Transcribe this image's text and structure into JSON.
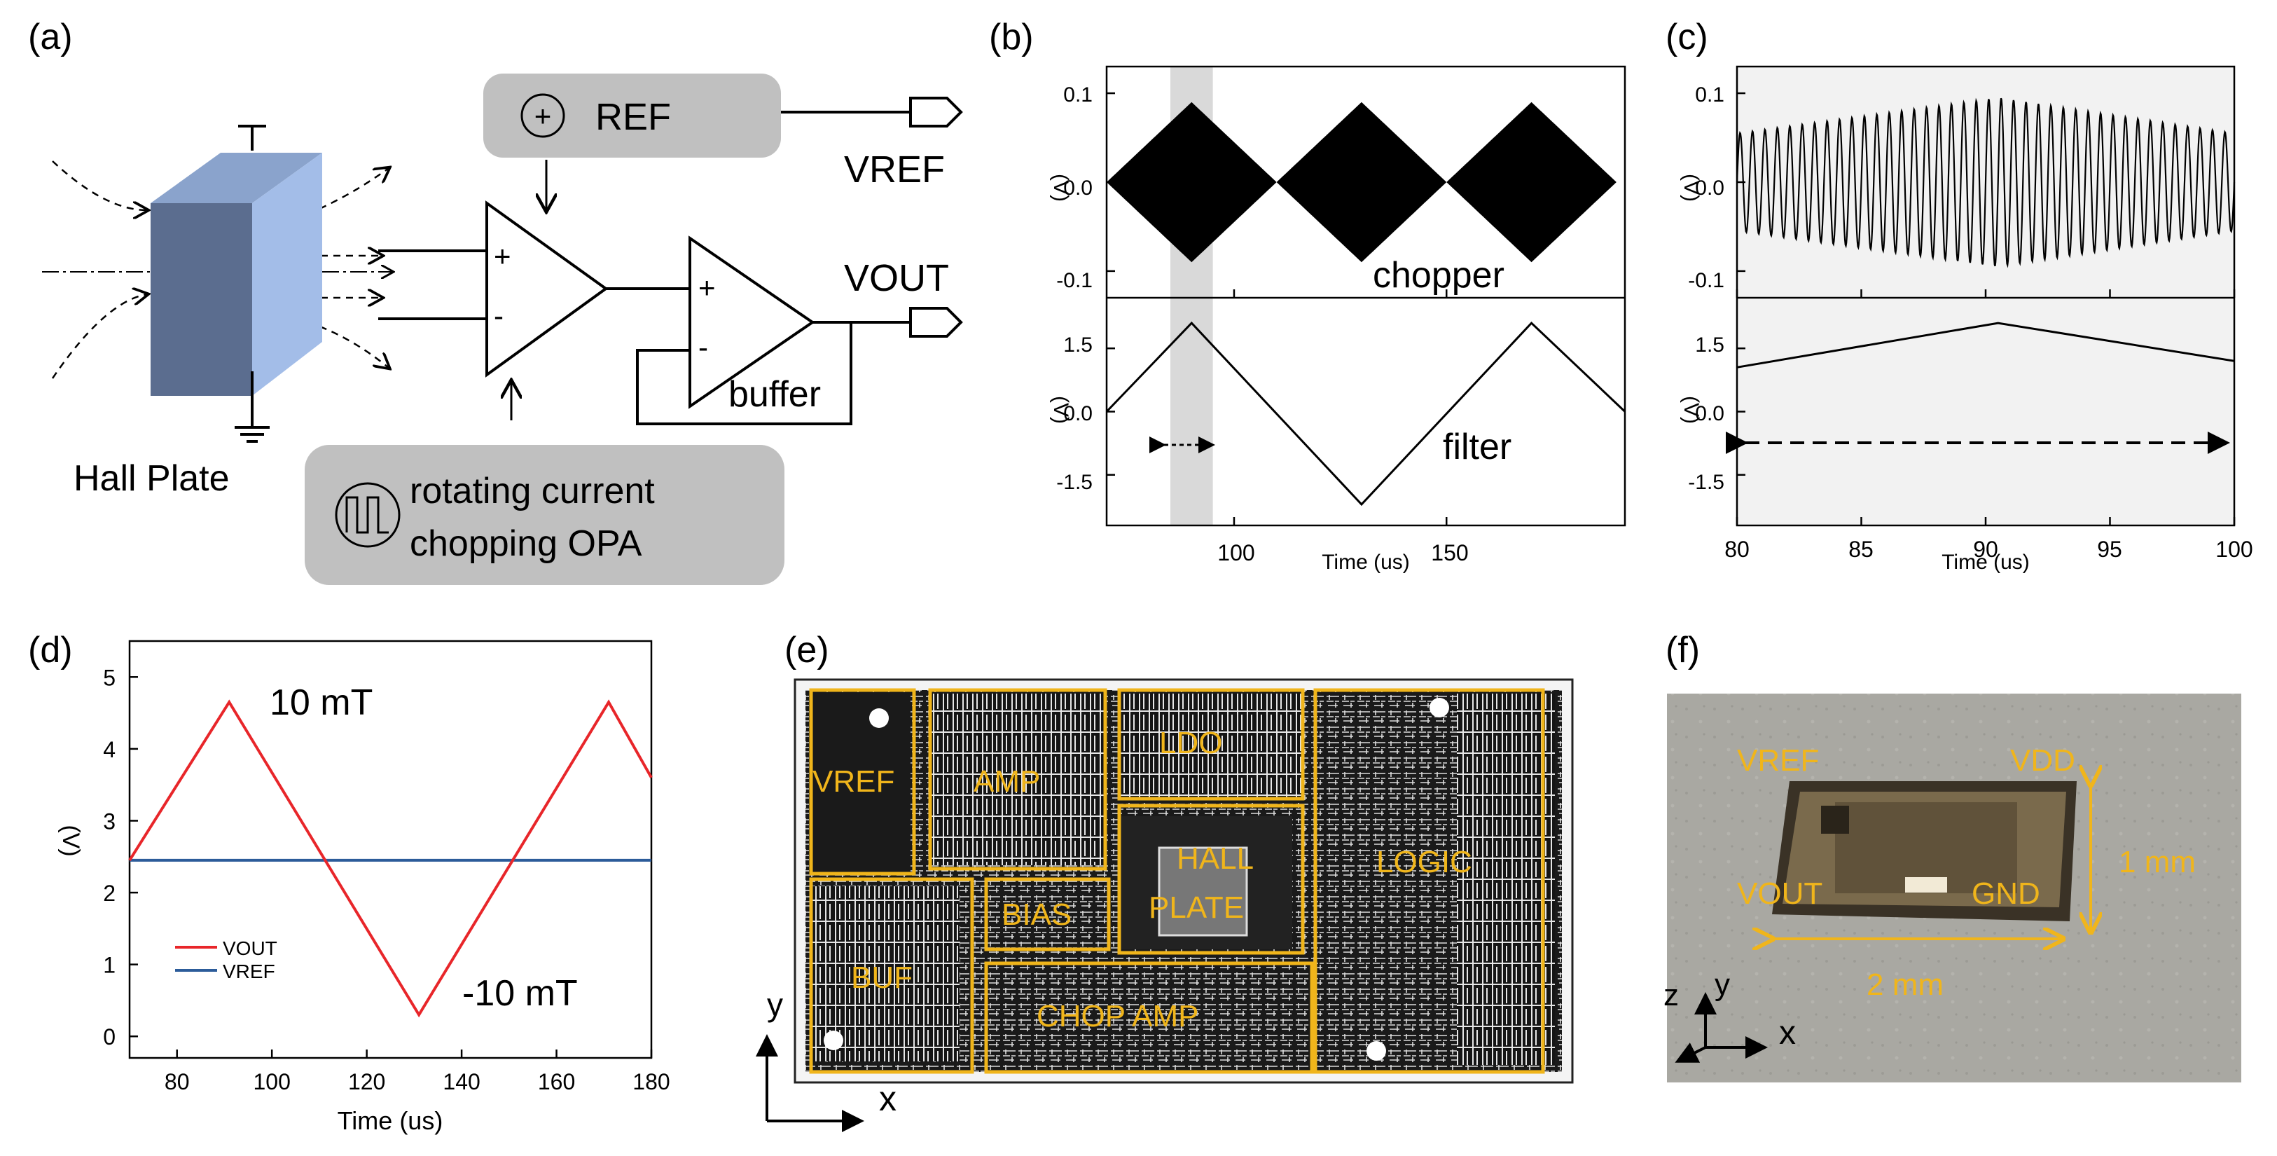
{
  "panel_labels": {
    "a": "(a)",
    "b": "(b)",
    "c": "(c)",
    "d": "(d)",
    "e": "(e)",
    "f": "(f)"
  },
  "panel_a": {
    "ref_label": "REF",
    "vref_label": "VREF",
    "vout_label": "VOUT",
    "buffer_label": "buffer",
    "hall_plate_label": "Hall Plate",
    "chop_line1": "rotating current",
    "chop_line2": "chopping OPA",
    "plus": "+",
    "minus": "-"
  },
  "panel_b": {
    "chopper_label": "chopper",
    "filter_label": "filter",
    "xlabel": "Time (us)",
    "top_ylabel": "(V)",
    "bottom_ylabel": "(V)",
    "top_yticks": [
      "0.1",
      "0.0",
      "-0.1"
    ],
    "bottom_yticks": [
      "1.5",
      "0.0",
      "-1.5"
    ],
    "xticks": [
      "100",
      "150"
    ]
  },
  "panel_c": {
    "xlabel": "Time (us)",
    "top_ylabel": "(V)",
    "bottom_ylabel": "(V)",
    "top_yticks": [
      "0.1",
      "0.0",
      "-0.1"
    ],
    "bottom_yticks": [
      "1.5",
      "0.0",
      "-1.5"
    ],
    "xticks": [
      "80",
      "85",
      "90",
      "95",
      "100"
    ]
  },
  "panel_e": {
    "blocks": [
      "VREF",
      "AMP",
      "LDO",
      "HALL",
      "PLATE",
      "LOGIC",
      "BIAS",
      "BUF",
      "CHOP AMP"
    ],
    "axis_x": "x",
    "axis_y": "y"
  },
  "panel_f": {
    "vref": "VREF",
    "vdd": "VDD",
    "vout": "VOUT",
    "gnd": "GND",
    "dim_1mm": "1 mm",
    "dim_2mm": "2 mm",
    "axis_x": "x",
    "axis_y": "y",
    "axis_z": "z"
  },
  "colors": {
    "vout": "#e8262a",
    "vref": "#2c5c9a",
    "annotation": "#f0b51b",
    "block_gray": "#c0c0c0"
  },
  "chart_data": [
    {
      "type": "line",
      "panel": "d",
      "xlabel": "Time (us)",
      "ylabel": "(V)",
      "xlim": [
        70,
        180
      ],
      "ylim": [
        -0.3,
        5.5
      ],
      "xticks": [
        80,
        100,
        120,
        140,
        160,
        180
      ],
      "yticks": [
        0,
        1,
        2,
        3,
        4,
        5
      ],
      "annotations": [
        "10 mT",
        "-10 mT"
      ],
      "legend_position": "bottom-left",
      "series": [
        {
          "name": "VOUT",
          "color": "#e8262a",
          "x": [
            70,
            91,
            131,
            171,
            180
          ],
          "y": [
            2.45,
            4.65,
            0.3,
            4.65,
            3.6
          ]
        },
        {
          "name": "VREF",
          "color": "#2c5c9a",
          "x": [
            70,
            180
          ],
          "y": [
            2.45,
            2.45
          ]
        }
      ]
    },
    {
      "type": "line",
      "panel": "b",
      "xlabel": "Time (us)",
      "xlim": [
        70,
        192
      ],
      "xticks": [
        100,
        150
      ],
      "top": {
        "ylabel": "(V)",
        "ylim": [
          -0.13,
          0.13
        ],
        "yticks": [
          0.1,
          0.0,
          -0.1
        ],
        "envelope_x": [
          70,
          90,
          110,
          130,
          150,
          170,
          190
        ],
        "envelope_amp": [
          0,
          0.09,
          0,
          0.09,
          0,
          0.09,
          0
        ]
      },
      "bottom": {
        "ylabel": "(V)",
        "ylim": [
          -2.7,
          2.7
        ],
        "yticks": [
          1.5,
          0.0,
          -1.5
        ],
        "x": [
          70,
          90,
          130,
          170,
          192
        ],
        "y": [
          0.0,
          2.1,
          -2.2,
          2.1,
          0.0
        ]
      },
      "highlight_x": [
        85,
        95
      ]
    },
    {
      "type": "line",
      "panel": "c",
      "xlabel": "Time (us)",
      "xlim": [
        80,
        100
      ],
      "xticks": [
        80,
        85,
        90,
        95,
        100
      ],
      "top": {
        "ylabel": "(V)",
        "ylim": [
          -0.13,
          0.13
        ],
        "yticks": [
          0.1,
          0.0,
          -0.1
        ],
        "envelope_x": [
          80,
          90.5,
          100
        ],
        "envelope_amp": [
          0.055,
          0.095,
          0.055
        ]
      },
      "bottom": {
        "ylabel": "(V)",
        "ylim": [
          -2.7,
          2.7
        ],
        "yticks": [
          1.5,
          0.0,
          -1.5
        ],
        "x": [
          80,
          90.5,
          100
        ],
        "y": [
          1.05,
          2.1,
          1.2
        ]
      }
    }
  ]
}
